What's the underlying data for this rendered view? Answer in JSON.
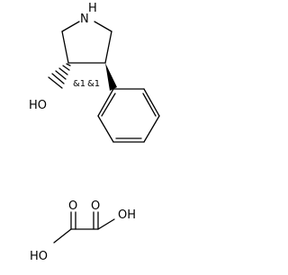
{
  "structure": {
    "compound": {
      "ring_nitrogen": "N",
      "ring_hydrogen": "H",
      "hydroxyl": "HO",
      "stereo_c3": "&1",
      "stereo_c4": "&1"
    },
    "counterion": {
      "carbonyl_oxygen_left": "O",
      "carbonyl_oxygen_right": "O",
      "hydroxyl_left": "HO",
      "hydroxyl_right": "OH"
    }
  },
  "colors": {
    "ink": "#000000",
    "background": "#ffffff"
  }
}
